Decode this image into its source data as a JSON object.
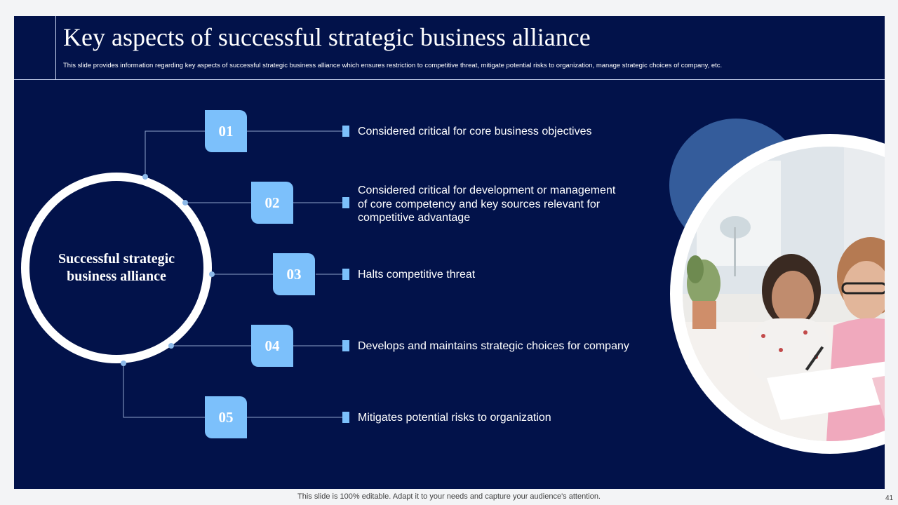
{
  "slide": {
    "title": "Key aspects of successful strategic business alliance",
    "subtitle": "This slide provides information regarding key aspects of successful strategic business alliance which ensures restriction to competitive threat, mitigate  potential risks to organization, manage  strategic choices of company, etc."
  },
  "hub": {
    "label": "Successful strategic business alliance"
  },
  "items": [
    {
      "number": "01",
      "text": "Considered critical for core business objectives"
    },
    {
      "number": "02",
      "text": "Considered critical for development or management of core competency  and key sources relevant  for competitive advantage"
    },
    {
      "number": "03",
      "text": "Halts competitive threat"
    },
    {
      "number": "04",
      "text": "Develops and maintains strategic choices for company"
    },
    {
      "number": "05",
      "text": "Mitigates potential risks to organization"
    }
  ],
  "footer": {
    "note": "This slide is 100% editable. Adapt it to your needs and capture your audience's attention.",
    "page_number": "41"
  },
  "colors": {
    "background": "#02124a",
    "accent": "#7cc0fb",
    "text": "#ffffff"
  },
  "image": {
    "description_icon": "photo-two-people-working"
  }
}
